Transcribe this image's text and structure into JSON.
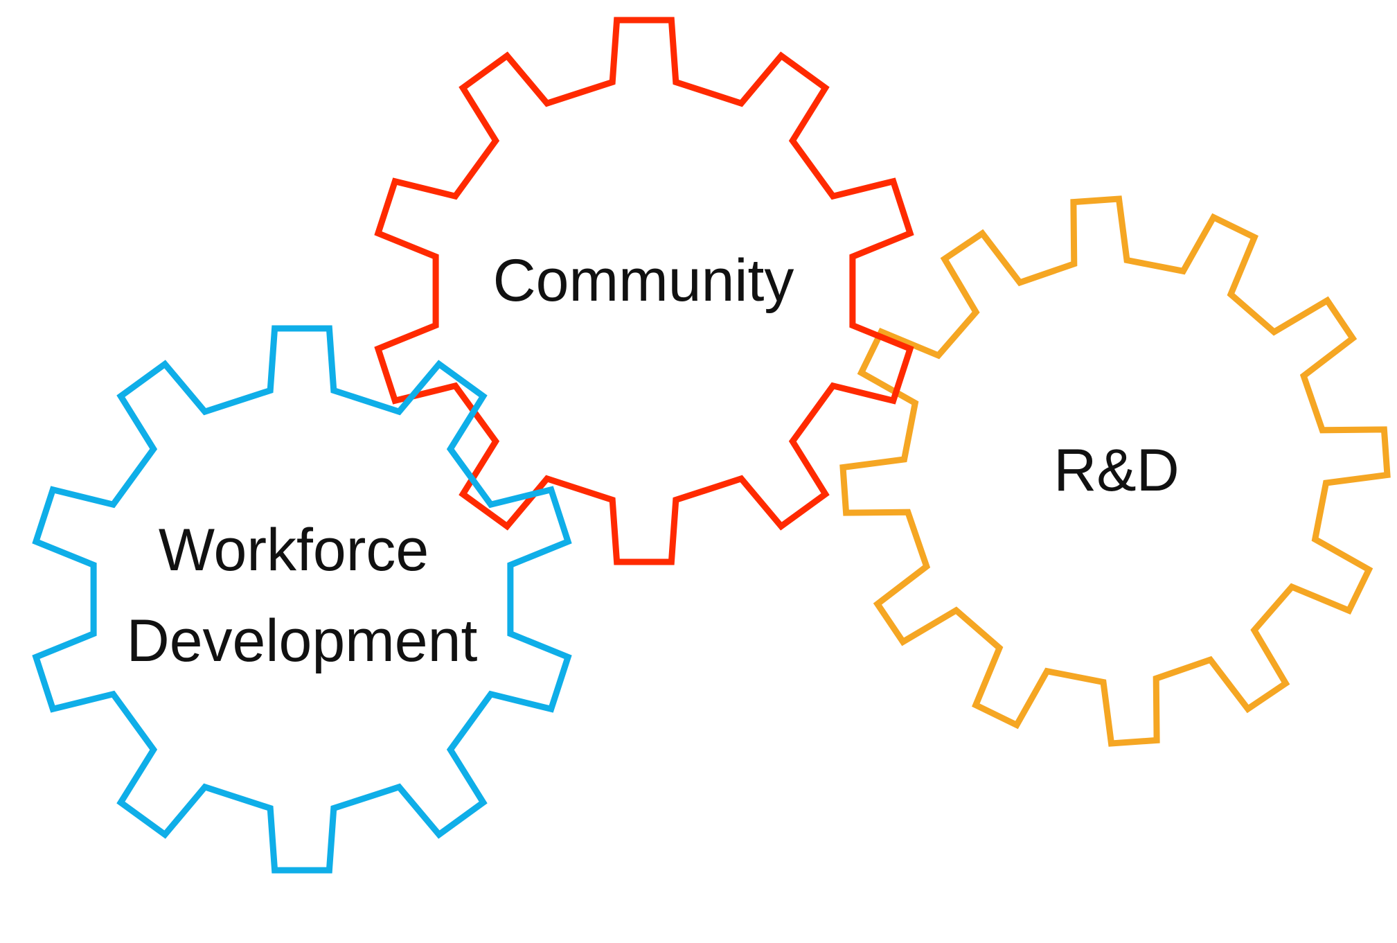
{
  "gears": [
    {
      "id": "rnd",
      "color": "#F5A623",
      "label_lines": [
        "R&D"
      ]
    },
    {
      "id": "community",
      "color": "#FF2A00",
      "label_lines": [
        "Community"
      ]
    },
    {
      "id": "workforce",
      "color": "#0FAEE8",
      "label_lines": [
        "Workforce",
        "Development"
      ]
    }
  ]
}
